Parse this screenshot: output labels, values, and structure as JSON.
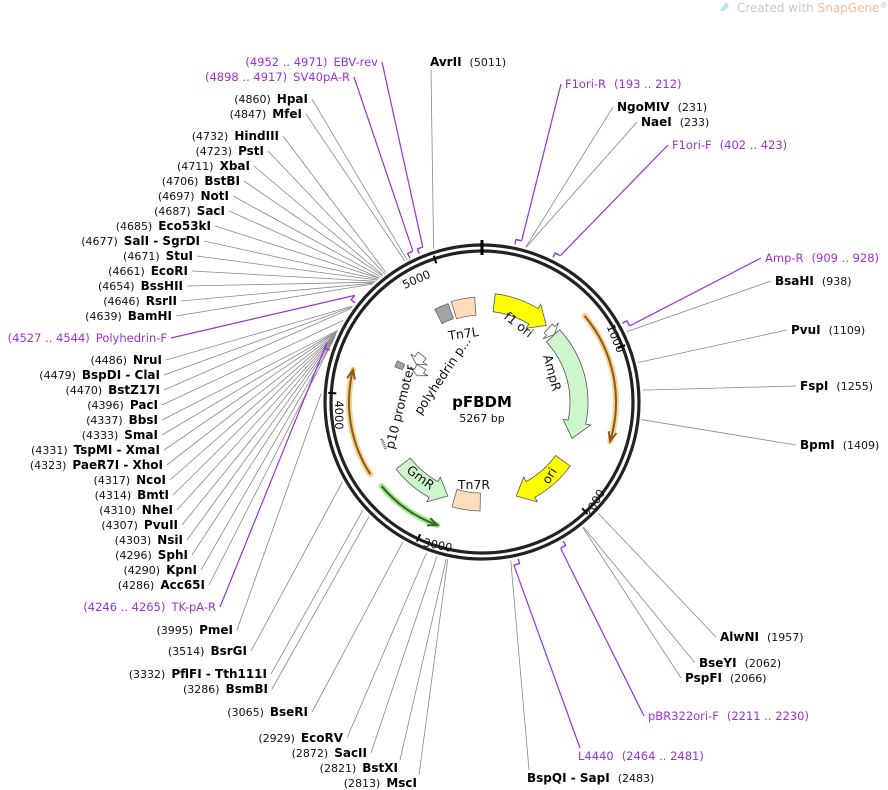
{
  "watermark": {
    "text": "Created with ",
    "brand": "SnapGene",
    "mark": "®"
  },
  "plasmid": {
    "name": "pFBDM",
    "length_label": "5267 bp",
    "length": 5267
  },
  "ticks": [
    "1000",
    "2000",
    "3000",
    "4000",
    "5000"
  ],
  "colors": {
    "primer": "#9b30d9",
    "ring": "#222222",
    "yellow": "#ffff00",
    "green": "#ccf5cc",
    "peach": "#fddcbb",
    "gray": "#a0a4a8",
    "orange": "#c8852a"
  },
  "features": {
    "f1_ori": "f1 ori",
    "ampr": "AmpR",
    "ori": "ori",
    "tn7r": "Tn7R",
    "gmr": "GmR",
    "tn7l": "Tn7L",
    "p10": "p10 promoter",
    "polyhedrin": "polyhedrin p..."
  },
  "labels": [
    {
      "name": "EBV-rev",
      "pos": "(4952 .. 4971)",
      "at": 4961,
      "type": "primer"
    },
    {
      "name": "SV40pA-R",
      "pos": "(4898 .. 4917)",
      "at": 4907,
      "type": "primer"
    },
    {
      "name": "HpaI",
      "pos": "(4860)",
      "at": 4860,
      "type": "site"
    },
    {
      "name": "MfeI",
      "pos": "(4847)",
      "at": 4847,
      "type": "site"
    },
    {
      "name": "HindIII",
      "pos": "(4732)",
      "at": 4732,
      "type": "site"
    },
    {
      "name": "PstI",
      "pos": "(4723)",
      "at": 4723,
      "type": "site"
    },
    {
      "name": "XbaI",
      "pos": "(4711)",
      "at": 4711,
      "type": "site"
    },
    {
      "name": "BstBI",
      "pos": "(4706)",
      "at": 4706,
      "type": "site"
    },
    {
      "name": "NotI",
      "pos": "(4697)",
      "at": 4697,
      "type": "site"
    },
    {
      "name": "SacI",
      "pos": "(4687)",
      "at": 4687,
      "type": "site"
    },
    {
      "name": "Eco53kI",
      "pos": "(4685)",
      "at": 4685,
      "type": "site"
    },
    {
      "name": "SalI  - SgrDI",
      "pos": "(4677)",
      "at": 4677,
      "type": "site"
    },
    {
      "name": "StuI",
      "pos": "(4671)",
      "at": 4671,
      "type": "site"
    },
    {
      "name": "EcoRI",
      "pos": "(4661)",
      "at": 4661,
      "type": "site"
    },
    {
      "name": "BssHII",
      "pos": "(4654)",
      "at": 4654,
      "type": "site"
    },
    {
      "name": "RsrII",
      "pos": "(4646)",
      "at": 4646,
      "type": "site"
    },
    {
      "name": "BamHI",
      "pos": "(4639)",
      "at": 4639,
      "type": "site"
    },
    {
      "name": "Polyhedrin-F",
      "pos": "(4527 .. 4544)",
      "at": 4535,
      "type": "primer"
    },
    {
      "name": "NruI",
      "pos": "(4486)",
      "at": 4486,
      "type": "site"
    },
    {
      "name": "BspDI  - ClaI",
      "pos": "(4479)",
      "at": 4479,
      "type": "site"
    },
    {
      "name": "BstZ17I",
      "pos": "(4470)",
      "at": 4470,
      "type": "site"
    },
    {
      "name": "PacI",
      "pos": "(4396)",
      "at": 4396,
      "type": "site"
    },
    {
      "name": "BbsI",
      "pos": "(4337)",
      "at": 4337,
      "type": "site"
    },
    {
      "name": "SmaI",
      "pos": "(4333)",
      "at": 4333,
      "type": "site"
    },
    {
      "name": "TspMI  - XmaI",
      "pos": "(4331)",
      "at": 4331,
      "type": "site"
    },
    {
      "name": "PaeR7I  - XhoI",
      "pos": "(4323)",
      "at": 4323,
      "type": "site"
    },
    {
      "name": "NcoI",
      "pos": "(4317)",
      "at": 4317,
      "type": "site"
    },
    {
      "name": "BmtI",
      "pos": "(4314)",
      "at": 4314,
      "type": "site"
    },
    {
      "name": "NheI",
      "pos": "(4310)",
      "at": 4310,
      "type": "site"
    },
    {
      "name": "PvuII",
      "pos": "(4307)",
      "at": 4307,
      "type": "site"
    },
    {
      "name": "NsiI",
      "pos": "(4303)",
      "at": 4303,
      "type": "site"
    },
    {
      "name": "SphI",
      "pos": "(4296)",
      "at": 4296,
      "type": "site"
    },
    {
      "name": "KpnI",
      "pos": "(4290)",
      "at": 4290,
      "type": "site"
    },
    {
      "name": "Acc65I",
      "pos": "(4286)",
      "at": 4286,
      "type": "site"
    },
    {
      "name": "TK-pA-R",
      "pos": "(4246 .. 4265)",
      "at": 4255,
      "type": "primer"
    },
    {
      "name": "PmeI",
      "pos": "(3995)",
      "at": 3995,
      "type": "site"
    },
    {
      "name": "BsrGI",
      "pos": "(3514)",
      "at": 3514,
      "type": "site"
    },
    {
      "name": "PflFI  - Tth111I",
      "pos": "(3332)",
      "at": 3332,
      "type": "site"
    },
    {
      "name": "BsmBI",
      "pos": "(3286)",
      "at": 3286,
      "type": "site"
    },
    {
      "name": "BseRI",
      "pos": "(3065)",
      "at": 3065,
      "type": "site"
    },
    {
      "name": "EcoRV",
      "pos": "(2929)",
      "at": 2929,
      "type": "site"
    },
    {
      "name": "SacII",
      "pos": "(2872)",
      "at": 2872,
      "type": "site"
    },
    {
      "name": "BstXI",
      "pos": "(2821)",
      "at": 2821,
      "type": "site"
    },
    {
      "name": "MscI",
      "pos": "(2813)",
      "at": 2813,
      "type": "site"
    },
    {
      "name": "AvrII",
      "pos": "(5011)",
      "at": 5011,
      "type": "site"
    },
    {
      "name": "F1ori-R",
      "pos": "(193 .. 212)",
      "at": 202,
      "type": "primer"
    },
    {
      "name": "NgoMIV",
      "pos": "(231)",
      "at": 231,
      "type": "site"
    },
    {
      "name": "NaeI",
      "pos": "(233)",
      "at": 233,
      "type": "site"
    },
    {
      "name": "F1ori-F",
      "pos": "(402 .. 423)",
      "at": 412,
      "type": "primer"
    },
    {
      "name": "Amp-R",
      "pos": "(909 .. 928)",
      "at": 918,
      "type": "primer"
    },
    {
      "name": "BsaHI",
      "pos": "(938)",
      "at": 938,
      "type": "site"
    },
    {
      "name": "PvuI",
      "pos": "(1109)",
      "at": 1109,
      "type": "site"
    },
    {
      "name": "FspI",
      "pos": "(1255)",
      "at": 1255,
      "type": "site"
    },
    {
      "name": "BpmI",
      "pos": "(1409)",
      "at": 1409,
      "type": "site"
    },
    {
      "name": "AlwNI",
      "pos": "(1957)",
      "at": 1957,
      "type": "site"
    },
    {
      "name": "BseYI",
      "pos": "(2062)",
      "at": 2062,
      "type": "site"
    },
    {
      "name": "PspFI",
      "pos": "(2066)",
      "at": 2066,
      "type": "site"
    },
    {
      "name": "pBR322ori-F",
      "pos": "(2211 .. 2230)",
      "at": 2220,
      "type": "primer"
    },
    {
      "name": "L4440",
      "pos": "(2464 .. 2481)",
      "at": 2472,
      "type": "primer"
    },
    {
      "name": "BspQI  - SapI",
      "pos": "(2483)",
      "at": 2483,
      "type": "site"
    }
  ]
}
